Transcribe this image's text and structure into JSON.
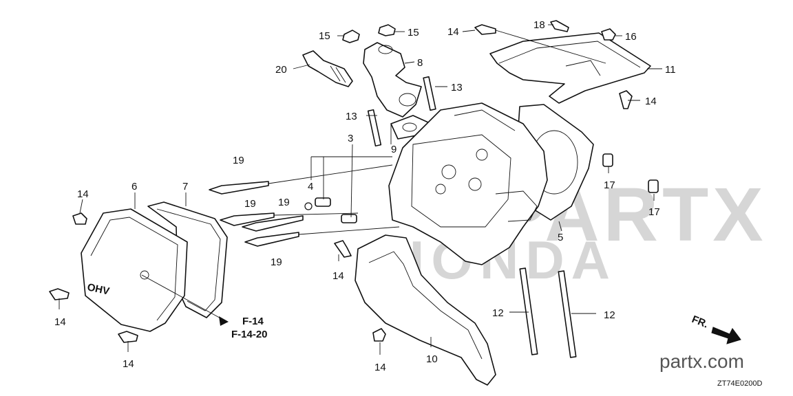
{
  "diagram": {
    "callouts": [
      {
        "id": "c15a",
        "text": "15"
      },
      {
        "id": "c15b",
        "text": "15"
      },
      {
        "id": "c14a",
        "text": "14"
      },
      {
        "id": "c18",
        "text": "18"
      },
      {
        "id": "c16",
        "text": "16"
      },
      {
        "id": "c20",
        "text": "20"
      },
      {
        "id": "c8",
        "text": "8"
      },
      {
        "id": "c11",
        "text": "11"
      },
      {
        "id": "c13a",
        "text": "13"
      },
      {
        "id": "c14b",
        "text": "14"
      },
      {
        "id": "c13b",
        "text": "13"
      },
      {
        "id": "c3",
        "text": "3"
      },
      {
        "id": "c9",
        "text": "9"
      },
      {
        "id": "c19a",
        "text": "19"
      },
      {
        "id": "c4",
        "text": "4"
      },
      {
        "id": "c6",
        "text": "6"
      },
      {
        "id": "c7",
        "text": "7"
      },
      {
        "id": "c14c",
        "text": "14"
      },
      {
        "id": "c19b",
        "text": "19"
      },
      {
        "id": "c19c",
        "text": "19"
      },
      {
        "id": "c17a",
        "text": "17"
      },
      {
        "id": "c17b",
        "text": "17"
      },
      {
        "id": "c5",
        "text": "5"
      },
      {
        "id": "c19d",
        "text": "19"
      },
      {
        "id": "c14d",
        "text": "14"
      },
      {
        "id": "c12a",
        "text": "12"
      },
      {
        "id": "c12b",
        "text": "12"
      },
      {
        "id": "c14e",
        "text": "14"
      },
      {
        "id": "c14f",
        "text": "14"
      },
      {
        "id": "c14g",
        "text": "14"
      },
      {
        "id": "c10",
        "text": "10"
      }
    ],
    "reference": {
      "line1": "F-14",
      "line2": "F-14-20"
    },
    "cover_emboss": "OHV",
    "direction_label": "FR.",
    "watermark_brand": "HONDA",
    "watermark_site": "PARTX",
    "site": "partx.com",
    "diagram_code": "ZT74E0200D"
  },
  "colors": {
    "line": "#111111",
    "watermark": "#d6d6d6",
    "site_text": "#555555"
  }
}
